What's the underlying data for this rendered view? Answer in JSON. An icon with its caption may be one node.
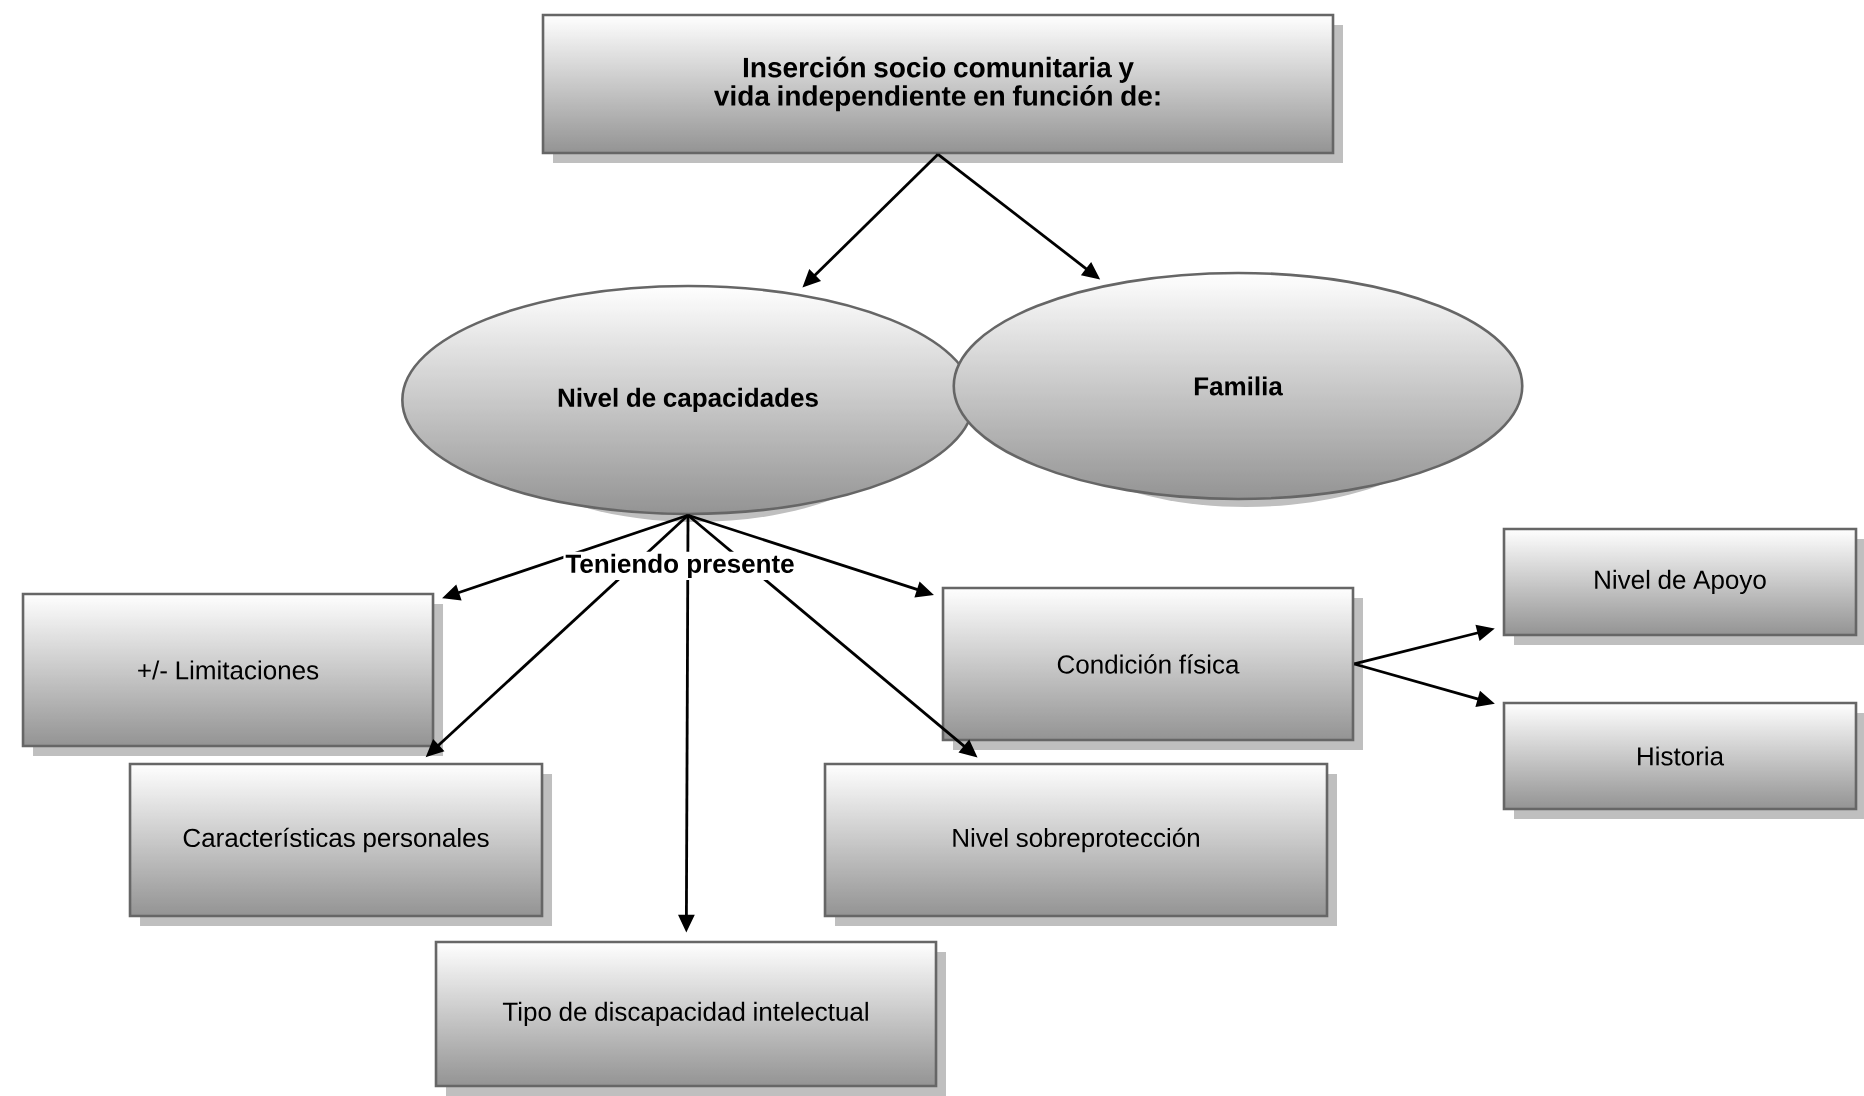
{
  "diagram": {
    "nodes": [
      {
        "text": [
          "Inserción socio comunitaria y vida independiente en función de:"
        ]
      },
      {
        "text": [
          "Nivel de capacidades"
        ]
      },
      {
        "text": [
          "Familia"
        ]
      },
      {
        "text": [
          "+/- Limitaciones"
        ]
      },
      {
        "text": [
          "Características personales"
        ]
      },
      {
        "text": [
          "Tipo de discapacidad intelectual"
        ]
      },
      {
        "text": [
          "Nivel sobreprotección"
        ]
      },
      {
        "text": [
          "Condición física"
        ]
      },
      {
        "text": [
          "Nivel de Apoyo"
        ]
      },
      {
        "text": [
          "Historia"
        ]
      }
    ],
    "edges": [
      {
        "from": 0,
        "to": 1,
        "arrow": "to"
      },
      {
        "from": 0,
        "to": 2,
        "arrow": "to"
      },
      {
        "from": 1,
        "to": 3,
        "arrow": "to"
      },
      {
        "from": 1,
        "to": 4,
        "arrow": "to"
      },
      {
        "from": 1,
        "to": 5,
        "arrow": "to"
      },
      {
        "from": 1,
        "to": 6,
        "arrow": "to"
      },
      {
        "from": 1,
        "to": 7,
        "arrow": "to"
      },
      {
        "from": 7,
        "to": 8,
        "arrow": "to"
      },
      {
        "from": 7,
        "to": 9,
        "arrow": "to"
      }
    ],
    "labels": [
      "Teniendo presente"
    ]
  }
}
